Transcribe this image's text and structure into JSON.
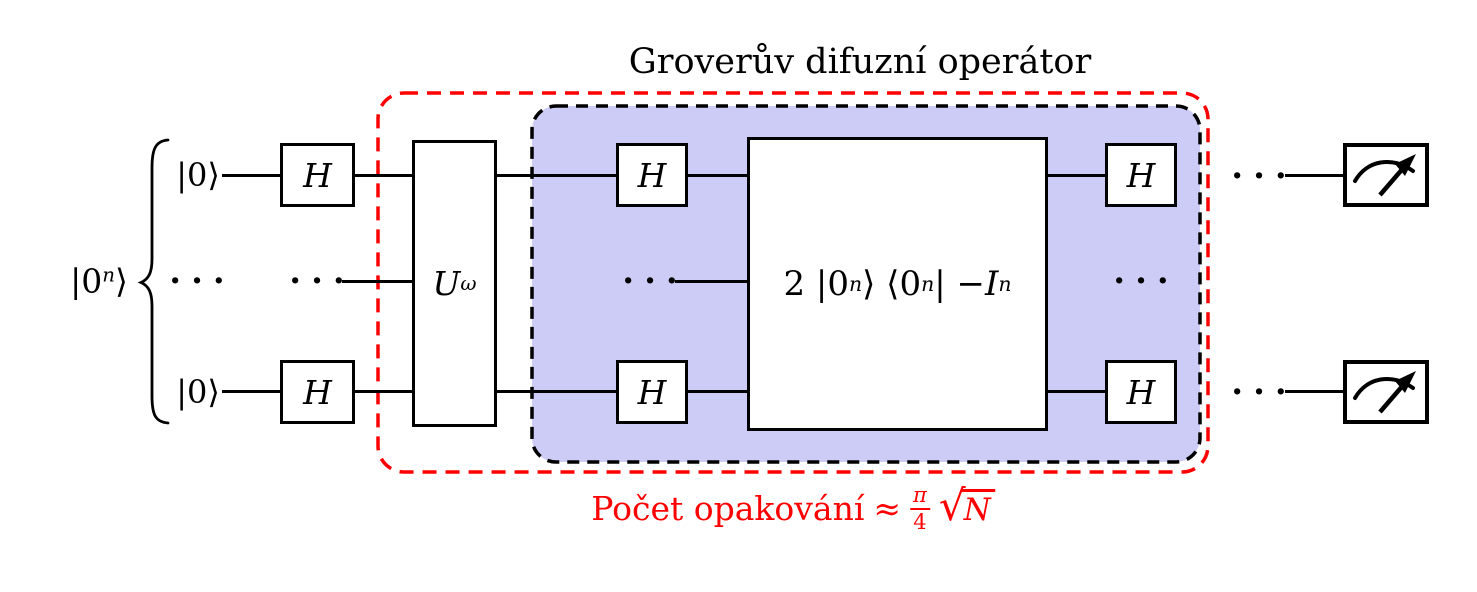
{
  "title": "Groverův difuzní operátor",
  "caption": {
    "prefix": "Počet opakování",
    "approx": "≈",
    "frac_numerator": "π",
    "frac_denominator": "4",
    "sqrt_symbol": "√",
    "radicand": "N"
  },
  "labels": {
    "input_register": {
      "open": "|0",
      "sup": "n",
      "close": "⟩"
    },
    "qubit_top": "|0⟩",
    "qubit_bottom": "|0⟩",
    "hadamard": "H",
    "oracle": {
      "base": "U",
      "sub": "ω"
    },
    "diffusion": {
      "seg1": "2 |0",
      "sup1": "n",
      "seg2": "⟩ ⟨0",
      "sup2": "n",
      "seg3": "| − ",
      "var": "I",
      "sub": "n"
    },
    "ellipsis": "···"
  },
  "colors": {
    "highlight_fill": "#ccccf6",
    "dashed_red": "#ff0000",
    "wire_black": "#000000"
  }
}
